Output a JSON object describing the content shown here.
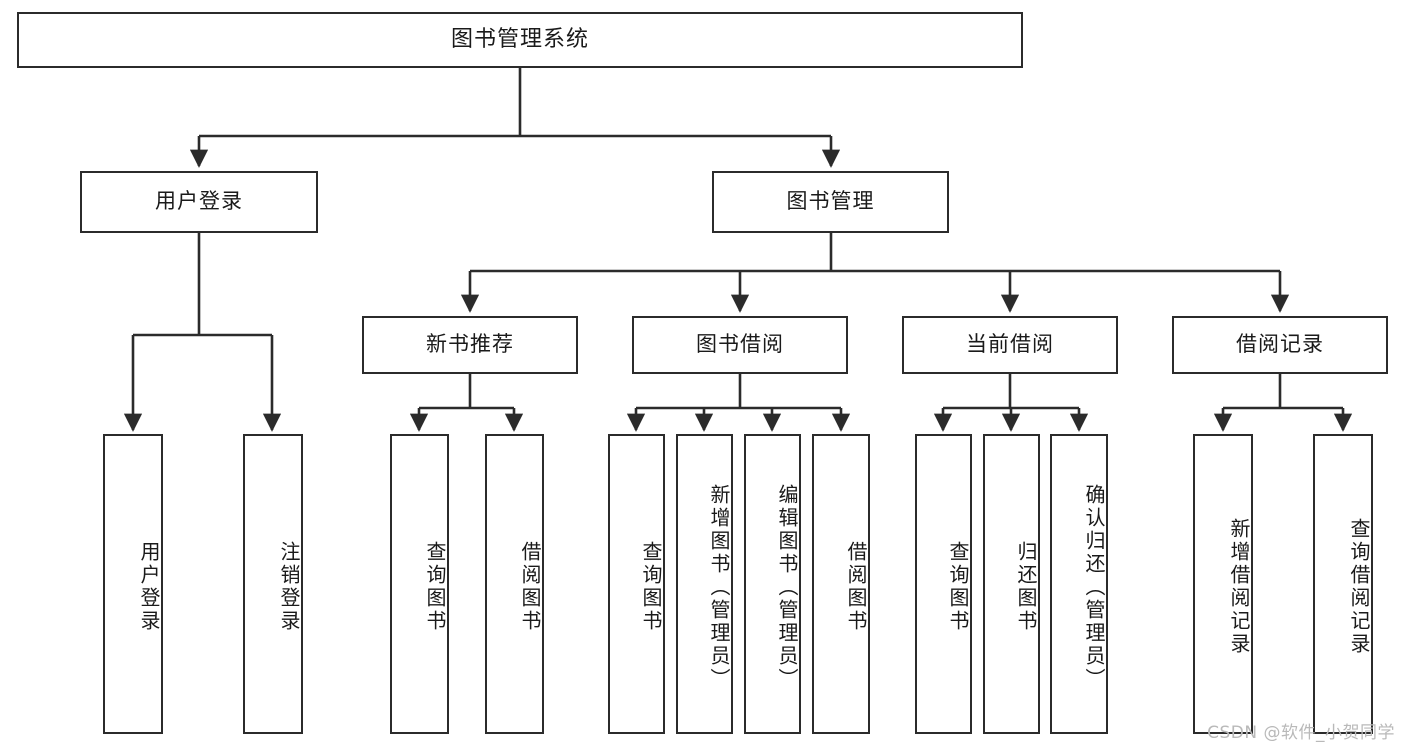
{
  "diagram": {
    "type": "tree-hierarchy-chart",
    "title": "图书管理系统",
    "orientation": "top-down",
    "colors": {
      "box_border": "#2b2b2b",
      "box_fill": "#ffffff",
      "edge": "#2b2b2b",
      "text": "#1a1a1a",
      "watermark": "#b9b9b9",
      "background": "#ffffff"
    }
  },
  "nodes": {
    "root": {
      "label": "图书管理系统",
      "level": 0
    },
    "level1": [
      {
        "id": "user-login",
        "label": "用户登录"
      },
      {
        "id": "book-management",
        "label": "图书管理"
      }
    ],
    "level2": [
      {
        "id": "new-book-recommend",
        "label": "新书推荐",
        "parent": "book-management"
      },
      {
        "id": "book-borrow",
        "label": "图书借阅",
        "parent": "book-management"
      },
      {
        "id": "current-borrow",
        "label": "当前借阅",
        "parent": "book-management"
      },
      {
        "id": "borrow-record",
        "label": "借阅记录",
        "parent": "book-management"
      }
    ],
    "leaves": {
      "user_login": [
        {
          "id": "leaf-user-login",
          "label": "用户登录"
        },
        {
          "id": "leaf-logout",
          "label": "注销登录"
        }
      ],
      "new_book_recommend": [
        {
          "id": "leaf-query-book-1",
          "label": "查询图书"
        },
        {
          "id": "leaf-borrow-book-1",
          "label": "借阅图书"
        }
      ],
      "book_borrow": [
        {
          "id": "leaf-query-book-2",
          "label": "查询图书"
        },
        {
          "id": "leaf-add-book",
          "label": "新增图书（管理员）"
        },
        {
          "id": "leaf-edit-book",
          "label": "编辑图书（管理员）"
        },
        {
          "id": "leaf-borrow-book-2",
          "label": "借阅图书"
        }
      ],
      "current_borrow": [
        {
          "id": "leaf-query-book-3",
          "label": "查询图书"
        },
        {
          "id": "leaf-return-book",
          "label": "归还图书"
        },
        {
          "id": "leaf-confirm-return",
          "label": "确认归还（管理员）"
        }
      ],
      "borrow_record": [
        {
          "id": "leaf-add-record",
          "label": "新增借阅记录"
        },
        {
          "id": "leaf-query-record",
          "label": "查询借阅记录"
        }
      ]
    }
  },
  "watermark": {
    "text": "CSDN @软件_小贺同学"
  }
}
